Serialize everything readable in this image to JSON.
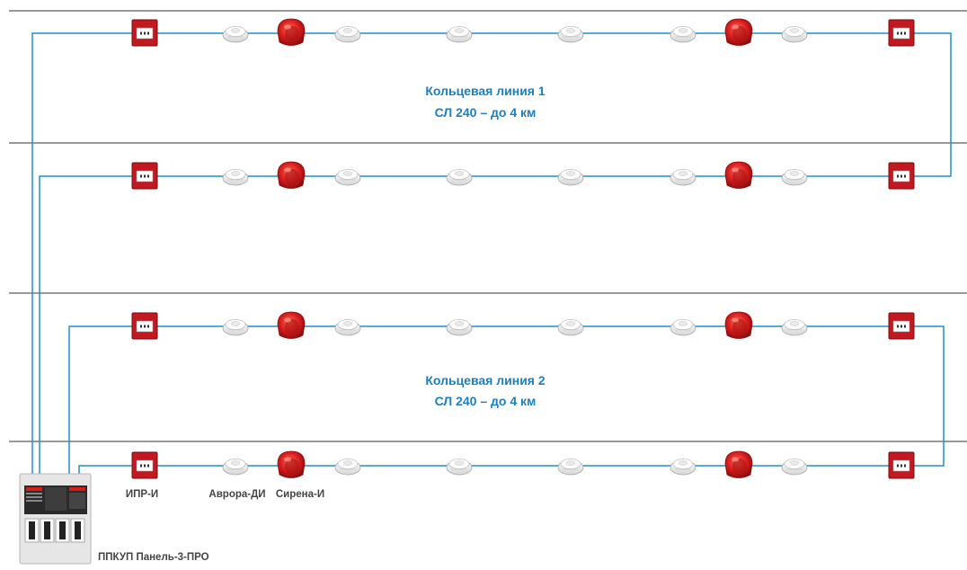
{
  "colors": {
    "wire": "#1f8fcf",
    "floor_line": "#333333",
    "call_point": "#c41820",
    "siren": "#d81c1c",
    "detector": "#f2f2f2",
    "title_text": "#1b7fc4",
    "label_text": "#444444"
  },
  "loop1": {
    "title_line1": "Кольцевая линия 1",
    "title_line2": "СЛ 240 – до 4 км"
  },
  "loop2": {
    "title_line1": "Кольцевая линия 2",
    "title_line2": "СЛ 240 – до 4 км"
  },
  "row_pattern": [
    "call-point",
    "smoke-detector",
    "siren",
    "smoke-detector",
    "smoke-detector",
    "smoke-detector",
    "smoke-detector",
    "siren",
    "smoke-detector",
    "call-point"
  ],
  "labels": {
    "call_point": "ИПР-И",
    "detector": "Аврора-ДИ",
    "siren": "Сирена-И",
    "panel": "ППКУП Панель-3-ПРО"
  }
}
